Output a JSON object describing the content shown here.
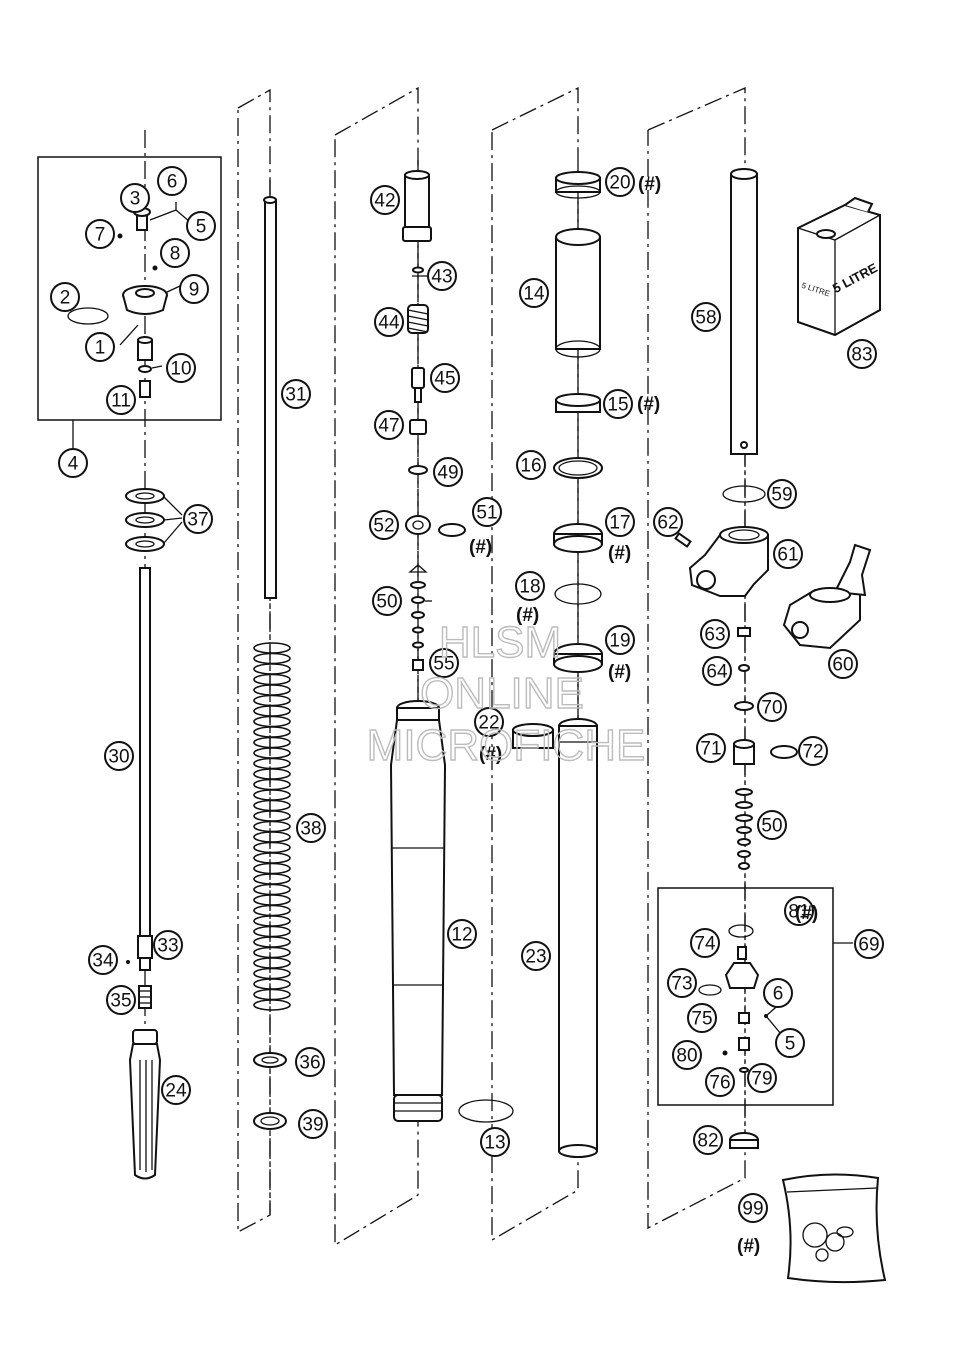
{
  "diagram": {
    "watermark_lines": [
      "HLSM",
      "ONLINE",
      "MICROFICHE"
    ],
    "note_mark": "(#)",
    "can_label": "5 LITRE",
    "callouts": [
      {
        "num": "1"
      },
      {
        "num": "2"
      },
      {
        "num": "3"
      },
      {
        "num": "4"
      },
      {
        "num": "5"
      },
      {
        "num": "6"
      },
      {
        "num": "7"
      },
      {
        "num": "8"
      },
      {
        "num": "9"
      },
      {
        "num": "10"
      },
      {
        "num": "11"
      },
      {
        "num": "37"
      },
      {
        "num": "30"
      },
      {
        "num": "33"
      },
      {
        "num": "34"
      },
      {
        "num": "35"
      },
      {
        "num": "24"
      },
      {
        "num": "31"
      },
      {
        "num": "38"
      },
      {
        "num": "36"
      },
      {
        "num": "39"
      },
      {
        "num": "42"
      },
      {
        "num": "43"
      },
      {
        "num": "44"
      },
      {
        "num": "45"
      },
      {
        "num": "47"
      },
      {
        "num": "49"
      },
      {
        "num": "52"
      },
      {
        "num": "51"
      },
      {
        "num": "50"
      },
      {
        "num": "55"
      },
      {
        "num": "12"
      },
      {
        "num": "22"
      },
      {
        "num": "13"
      },
      {
        "num": "20"
      },
      {
        "num": "14"
      },
      {
        "num": "15"
      },
      {
        "num": "16"
      },
      {
        "num": "17"
      },
      {
        "num": "18"
      },
      {
        "num": "19"
      },
      {
        "num": "23"
      },
      {
        "num": "58"
      },
      {
        "num": "59"
      },
      {
        "num": "62"
      },
      {
        "num": "61"
      },
      {
        "num": "60"
      },
      {
        "num": "63"
      },
      {
        "num": "64"
      },
      {
        "num": "70"
      },
      {
        "num": "71"
      },
      {
        "num": "72"
      },
      {
        "num": "50"
      },
      {
        "num": "81"
      },
      {
        "num": "69"
      },
      {
        "num": "74"
      },
      {
        "num": "73"
      },
      {
        "num": "6"
      },
      {
        "num": "75"
      },
      {
        "num": "5"
      },
      {
        "num": "80"
      },
      {
        "num": "76"
      },
      {
        "num": "79"
      },
      {
        "num": "82"
      },
      {
        "num": "99"
      },
      {
        "num": "83"
      }
    ],
    "notes": [
      {
        "text": "(#)"
      },
      {
        "text": "(#)"
      },
      {
        "text": "(#)"
      },
      {
        "text": "(#)"
      },
      {
        "text": "(#)"
      },
      {
        "text": "(#)"
      },
      {
        "text": "(#)"
      },
      {
        "text": "(#)"
      },
      {
        "text": "(#)"
      }
    ]
  }
}
